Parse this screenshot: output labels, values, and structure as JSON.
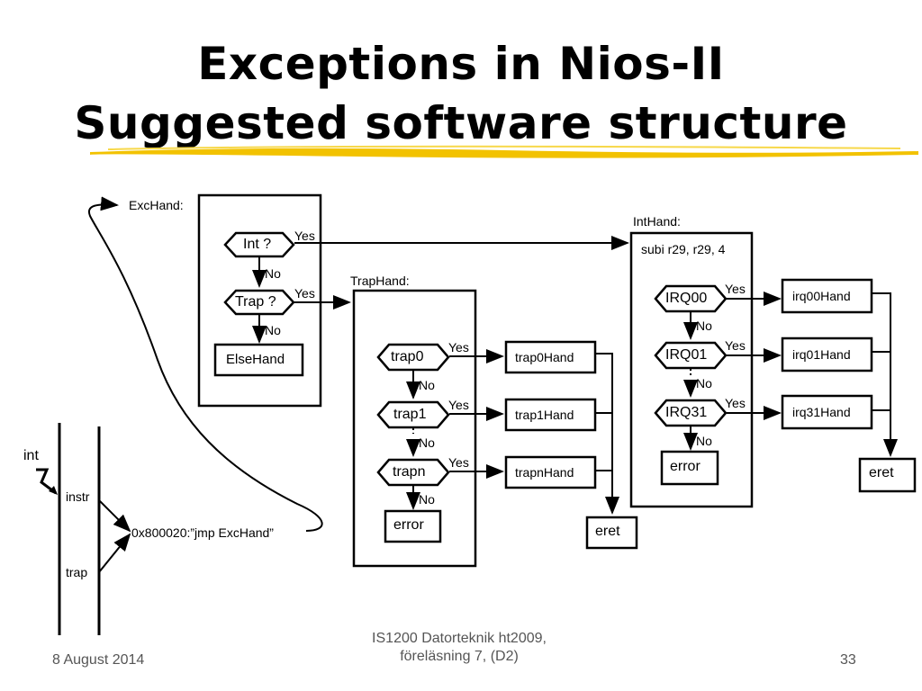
{
  "title": {
    "line1": "Exceptions in Nios-II",
    "line2": "Suggested software structure"
  },
  "excHand": {
    "label": "ExcHand:",
    "int_q": "Int ?",
    "trap_q": "Trap ?",
    "else_hand": "ElseHand"
  },
  "trapHand": {
    "label": "TrapHand:",
    "checks": [
      "trap0",
      "trap1",
      "trapn"
    ],
    "handlers": [
      "trap0Hand",
      "trap1Hand",
      "trapnHand"
    ],
    "error": "error",
    "eret": "eret"
  },
  "intHand": {
    "label": "IntHand:",
    "prologue": "subi r29, r29, 4",
    "checks": [
      "IRQ00",
      "IRQ01",
      "IRQ31"
    ],
    "handlers": [
      "irq00Hand",
      "irq01Hand",
      "irq31Hand"
    ],
    "error": "error",
    "eret": "eret"
  },
  "words": {
    "yes": "Yes",
    "no": "No"
  },
  "timeline": {
    "int": "int",
    "instr": "instr",
    "trap": "trap",
    "vector": "0x800020:”jmp ExcHand”"
  },
  "footer": {
    "date": "8 August 2014",
    "course_line1": "IS1200 Datorteknik ht2009,",
    "course_line2": "föreläsning 7, (D2)",
    "page": "33"
  },
  "colors": {
    "underline": "#f2c200"
  }
}
